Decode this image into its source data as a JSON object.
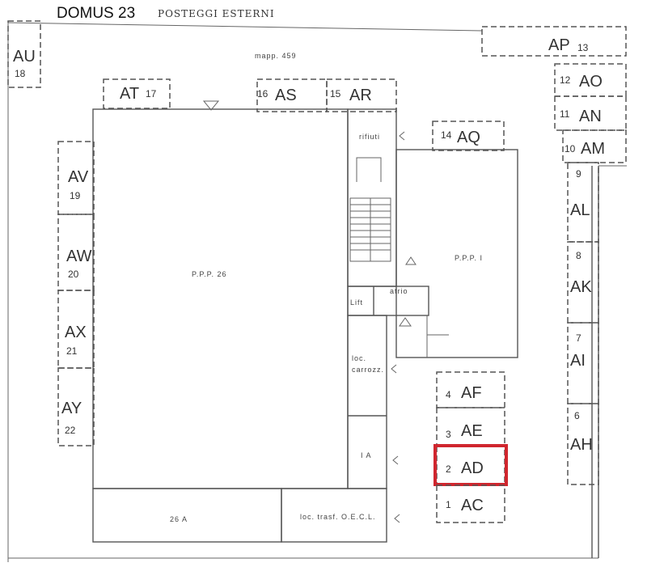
{
  "header": {
    "title": "DOMUS 23",
    "subtitle": "POSTEGGI ESTERNI"
  },
  "plan_labels": {
    "mapp": "mapp. 459",
    "ppp26": "P.P.P. 26",
    "ppp1": "P.P.P. I",
    "rifiuti": "rifiuti",
    "atrio": "atrio",
    "lift": "Lift",
    "loc_carrozz_1": "loc.",
    "loc_carrozz_2": "carrozz.",
    "ia": "I A",
    "a26": "26 A",
    "loc_trasf": "loc. trasf. O.E.C.L."
  },
  "spots": [
    {
      "code": "AU",
      "num": "18"
    },
    {
      "code": "AT",
      "num": "17"
    },
    {
      "code": "AS",
      "num": "16"
    },
    {
      "code": "AR",
      "num": "15"
    },
    {
      "code": "AQ",
      "num": "14"
    },
    {
      "code": "AP",
      "num": "13"
    },
    {
      "code": "AO",
      "num": "12"
    },
    {
      "code": "AN",
      "num": "11"
    },
    {
      "code": "AM",
      "num": "10"
    },
    {
      "code": "AL",
      "num": "9"
    },
    {
      "code": "AK",
      "num": "8"
    },
    {
      "code": "AI",
      "num": "7"
    },
    {
      "code": "AH",
      "num": "6"
    },
    {
      "code": "AV",
      "num": "19"
    },
    {
      "code": "AW",
      "num": "20"
    },
    {
      "code": "AX",
      "num": "21"
    },
    {
      "code": "AY",
      "num": "22"
    },
    {
      "code": "AF",
      "num": "4"
    },
    {
      "code": "AE",
      "num": "3"
    },
    {
      "code": "AD",
      "num": "2"
    },
    {
      "code": "AC",
      "num": "1"
    }
  ],
  "highlight": {
    "spot": "AD",
    "color": "#d0262e"
  }
}
